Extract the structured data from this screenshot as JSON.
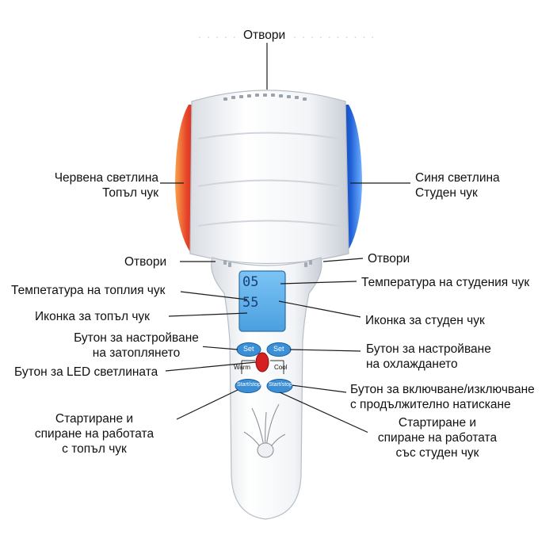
{
  "labels": {
    "vents_top": "Отвори",
    "red_light": [
      "Червена светлина",
      "Топъл чук"
    ],
    "blue_light": [
      "Синя светлина",
      "Студен чук"
    ],
    "vents_left": "Отвори",
    "vents_right": "Отвори",
    "warm_temp": "Темпетатура на топлия чук",
    "cold_temp": "Температура на студения чук",
    "warm_icon": "Иконка за топъл чук",
    "cold_icon": "Иконка за студен чук",
    "heat_set": [
      "Бутон за настройване",
      "на затоплянето"
    ],
    "cool_set": [
      "Бутон за настройване",
      "на охлаждането"
    ],
    "led_button": "Бутон за LED светлината",
    "power_button": [
      "Бутон за включване/изключване",
      "с продължително натискане"
    ],
    "warm_start": [
      "Стартиране и",
      "спиране на работата",
      "с топъл чук"
    ],
    "cold_start": [
      "Стартиране и",
      "спиране на работата",
      "със студен чук"
    ]
  },
  "device": {
    "display_top": "05",
    "display_bottom": "55",
    "set_left": "Set",
    "set_right": "Set",
    "warm": "Warm",
    "cool": "Cool",
    "start_left": "Start/stop",
    "start_right": "Start/stop"
  },
  "colors": {
    "red_head": "#e8452a",
    "blue_head": "#1f5fd6",
    "screen": "#5fb2ec",
    "button_blue": "#3b8fd6",
    "led_red": "#d42020"
  }
}
